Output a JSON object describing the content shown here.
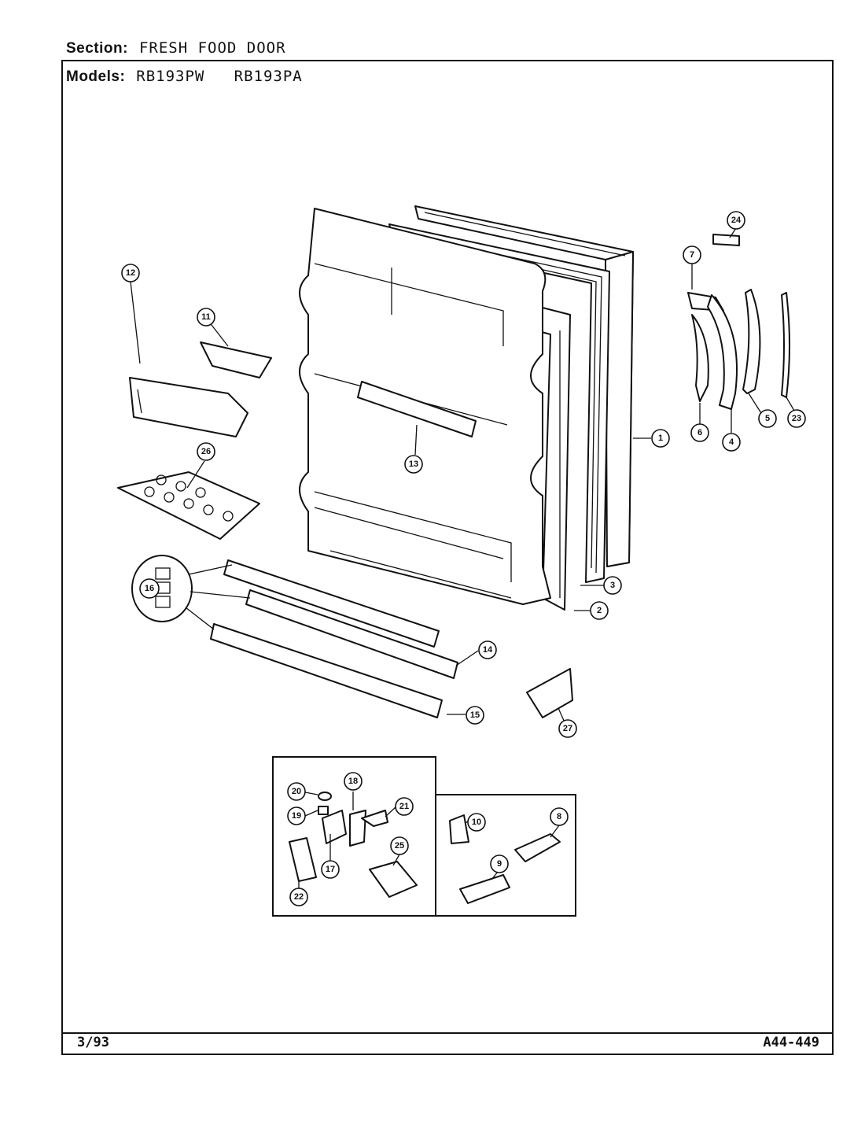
{
  "header": {
    "section_label": "Section:",
    "section_value": "FRESH FOOD DOOR",
    "models_label": "Models:",
    "models_value": "RB193PW   RB193PA"
  },
  "footer": {
    "date": "3/93",
    "part_number": "A44-449"
  },
  "callouts": [
    "1",
    "2",
    "3",
    "4",
    "5",
    "6",
    "7",
    "8",
    "9",
    "10",
    "11",
    "12",
    "13",
    "14",
    "15",
    "16",
    "17",
    "18",
    "19",
    "20",
    "21",
    "22",
    "23",
    "24",
    "25",
    "26",
    "27"
  ]
}
